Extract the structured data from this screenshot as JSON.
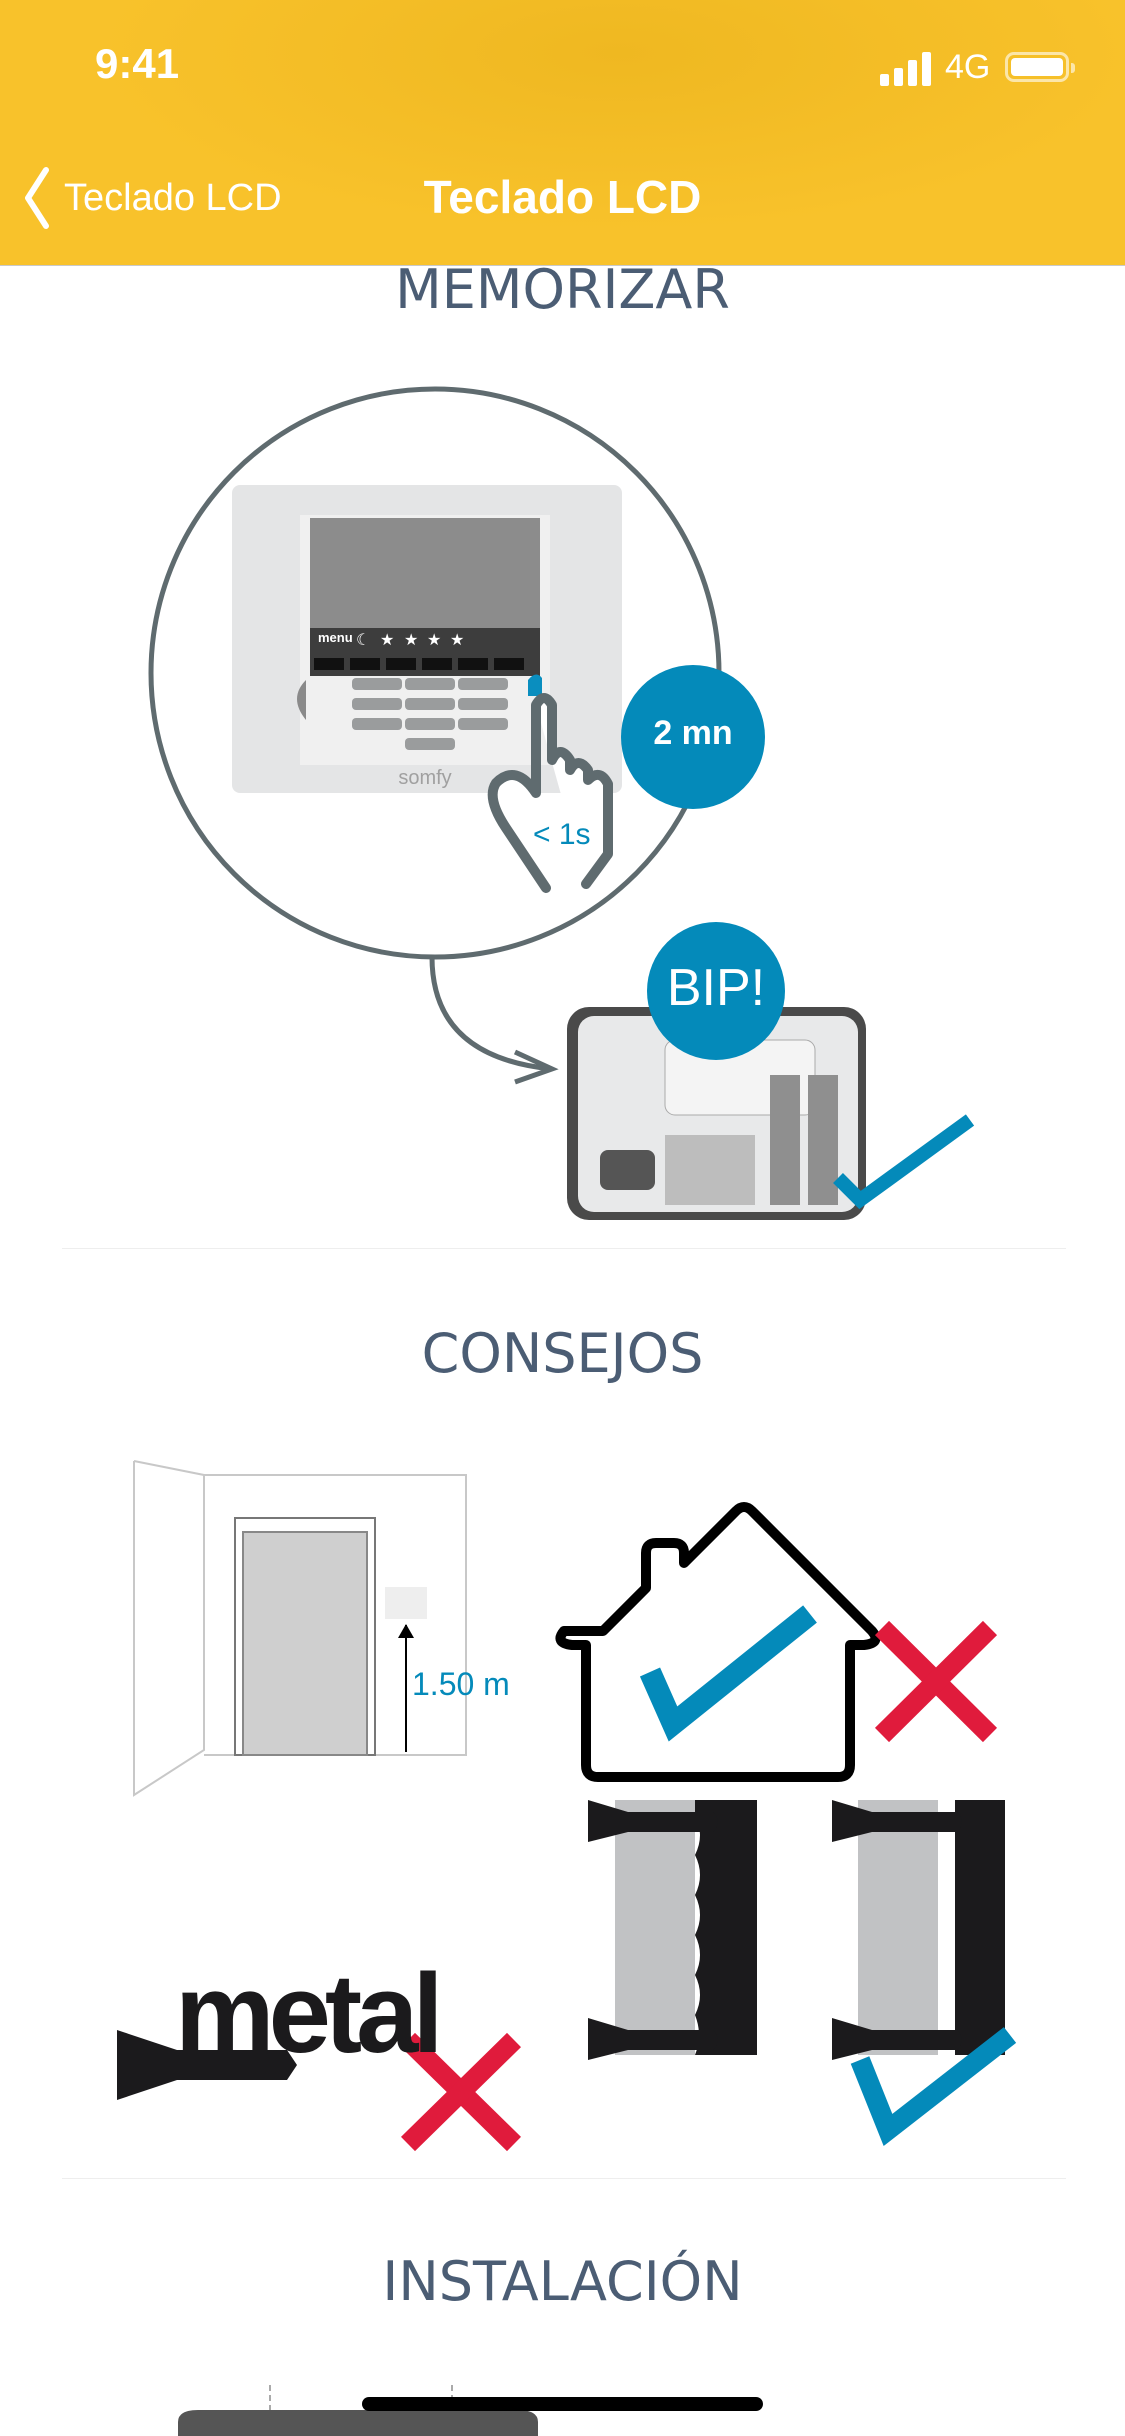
{
  "status_bar": {
    "time": "9:41",
    "network": "4G"
  },
  "nav": {
    "back_label": "Teclado LCD",
    "title": "Teclado LCD"
  },
  "sections": [
    {
      "title": "MEMORIZAR",
      "labels": {
        "duration": "2 mn",
        "press": "< 1s",
        "beep": "BIP!",
        "menu": "menu",
        "brand": "somfy"
      }
    },
    {
      "title": "CONSEJOS",
      "labels": {
        "height": "1.50 m",
        "metal": "metal"
      }
    },
    {
      "title": "INSTALACIÓN"
    }
  ],
  "colors": {
    "header": "#f8c22b",
    "accent_blue": "#048aba",
    "error_red": "#e01b3c",
    "heading": "#4b5d74"
  }
}
